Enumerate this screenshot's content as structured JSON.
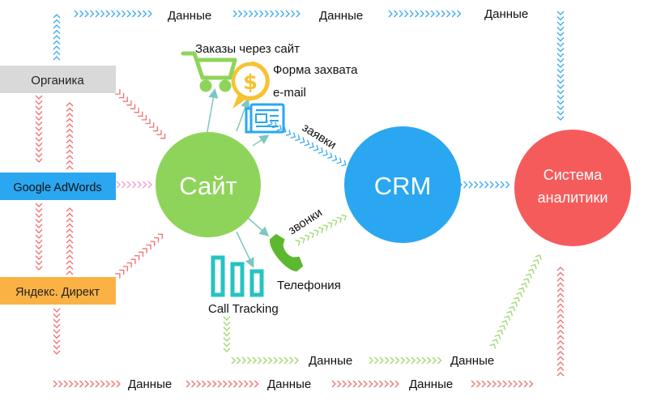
{
  "nodes": {
    "site": {
      "label": "Сайт",
      "color": "#8fd45a"
    },
    "crm": {
      "label": "CRM",
      "color": "#2aa7f0"
    },
    "analytics": {
      "line1": "Система",
      "line2": "аналитики",
      "color": "#f65b5b"
    }
  },
  "sources": {
    "organic": {
      "label": "Органика",
      "color": "#d9d9d9"
    },
    "adwords": {
      "label": "Google AdWords",
      "color": "#2aa7f0"
    },
    "direct": {
      "label": "Яндекс. Директ",
      "color": "#fbb245"
    }
  },
  "site_channels": {
    "orders": "Заказы через сайт",
    "capture": "Форма захвата",
    "email": "e-mail",
    "telephony": "Телефония",
    "call_tracking": "Call Tracking"
  },
  "flows": {
    "requests": "заявки",
    "calls": "звонки",
    "data": "Данные"
  },
  "colors": {
    "blue": "#3aa9f4",
    "red": "#f07070",
    "green": "#9ed86a",
    "pink": "#f79ad0",
    "teal": "#7cc7c0",
    "cart": "#8fd45a",
    "coin": "#f6c232",
    "phone": "#5cb82e",
    "tracking": "#27c3c3"
  }
}
